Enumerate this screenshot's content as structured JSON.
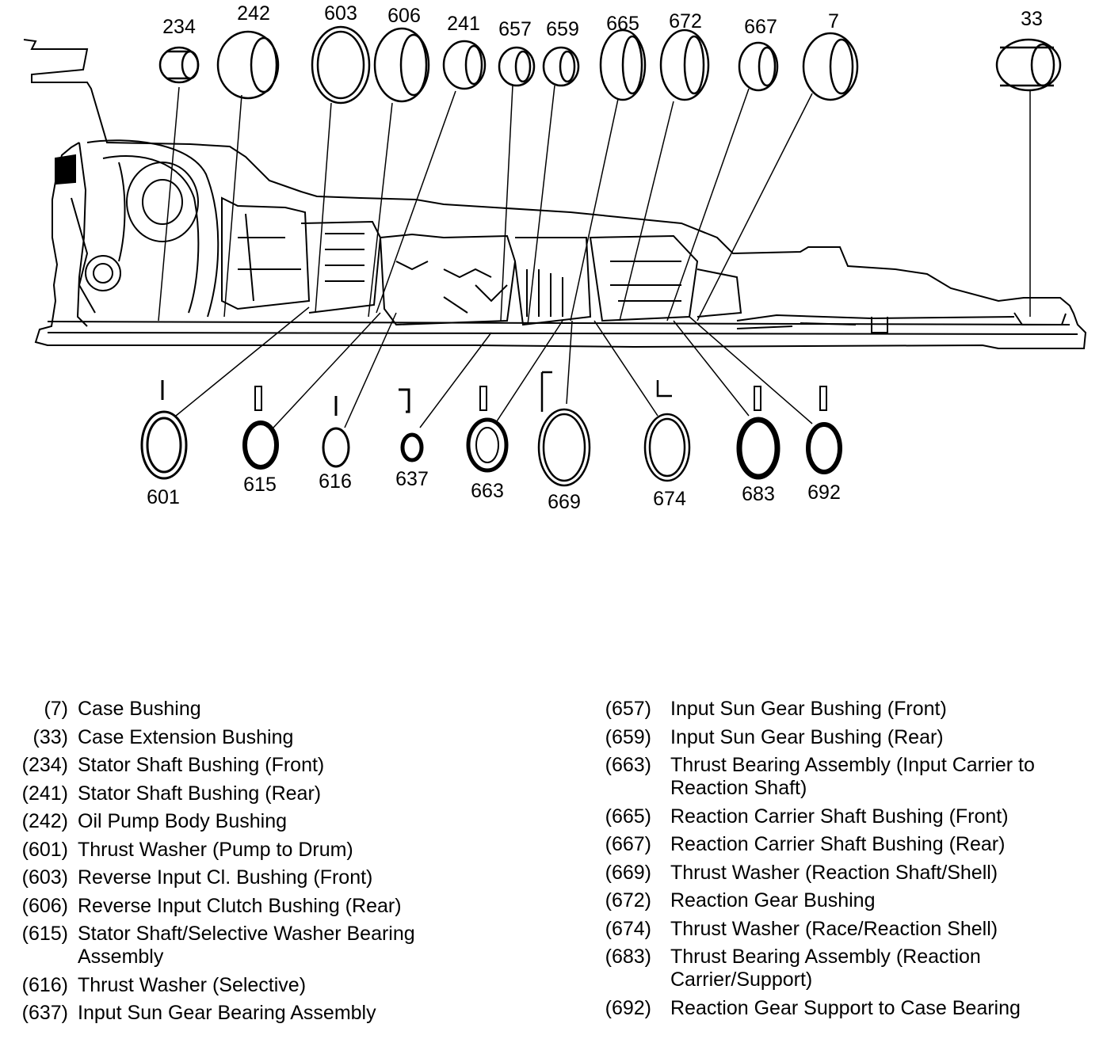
{
  "callouts_top": [
    "234",
    "242",
    "603",
    "606",
    "241",
    "657",
    "659",
    "665",
    "672",
    "667",
    "7",
    "33"
  ],
  "callouts_bottom": [
    "601",
    "615",
    "616",
    "637",
    "663",
    "669",
    "674",
    "683",
    "692"
  ],
  "legend_left": [
    {
      "num": "(7)",
      "desc": "Case Bushing"
    },
    {
      "num": "(33)",
      "desc": "Case Extension Bushing"
    },
    {
      "num": "(234)",
      "desc": "Stator Shaft Bushing (Front)"
    },
    {
      "num": "(241)",
      "desc": "Stator Shaft Bushing (Rear)"
    },
    {
      "num": "(242)",
      "desc": "Oil Pump Body Bushing"
    },
    {
      "num": "(601)",
      "desc": "Thrust Washer (Pump to Drum)"
    },
    {
      "num": "(603)",
      "desc": "Reverse Input Cl. Bushing (Front)"
    },
    {
      "num": "(606)",
      "desc": "Reverse Input Clutch Bushing (Rear)"
    },
    {
      "num": "(615)",
      "desc": "Stator Shaft/Selective Washer Bearing Assembly"
    },
    {
      "num": "(616)",
      "desc": "Thrust Washer (Selective)"
    },
    {
      "num": "(637)",
      "desc": "Input Sun Gear Bearing Assembly"
    }
  ],
  "legend_right": [
    {
      "num": "(657)",
      "desc": "Input Sun Gear Bushing (Front)"
    },
    {
      "num": "(659)",
      "desc": "Input Sun Gear Bushing (Rear)"
    },
    {
      "num": "(663)",
      "desc": "Thrust Bearing Assembly (Input Carrier to Reaction Shaft)"
    },
    {
      "num": "(665)",
      "desc": "Reaction Carrier Shaft Bushing (Front)"
    },
    {
      "num": "(667)",
      "desc": "Reaction Carrier Shaft Bushing (Rear)"
    },
    {
      "num": "(669)",
      "desc": "Thrust Washer (Reaction Shaft/Shell)"
    },
    {
      "num": "(672)",
      "desc": "Reaction Gear Bushing"
    },
    {
      "num": "(674)",
      "desc": "Thrust Washer (Race/Reaction Shell)"
    },
    {
      "num": "(683)",
      "desc": "Thrust Bearing Assembly (Reaction Carrier/Support)"
    },
    {
      "num": "(692)",
      "desc": "Reaction Gear Support to Case Bearing"
    }
  ]
}
